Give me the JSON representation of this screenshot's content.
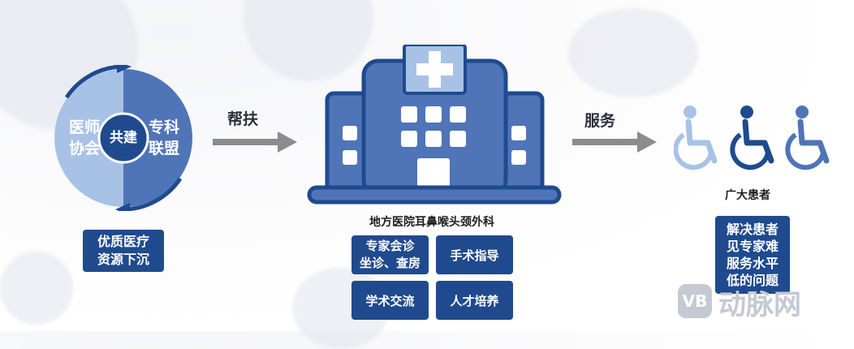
{
  "cycle": {
    "left_label": "医师\n协会",
    "right_label": "专科\n联盟",
    "center_label": "共建"
  },
  "left_box": "优质医疗\n资源下沉",
  "arrow1_label": "帮扶",
  "arrow2_label": "服务",
  "hospital_caption": "地方医院耳鼻喉头颈外科",
  "services": [
    "专家会诊\n坐诊、查房",
    "手术指导",
    "学术交流",
    "人才培养"
  ],
  "patients_caption": "广大患者",
  "patients_box": "解决患者\n见专家难\n服务水平\n低的问题",
  "watermark": "动脉网",
  "colors": {
    "dark_blue": "#1f4a8e",
    "mid_blue": "#4f74b8",
    "light_blue": "#a8c2e6",
    "gray_arrow": "#8c8c8c"
  }
}
